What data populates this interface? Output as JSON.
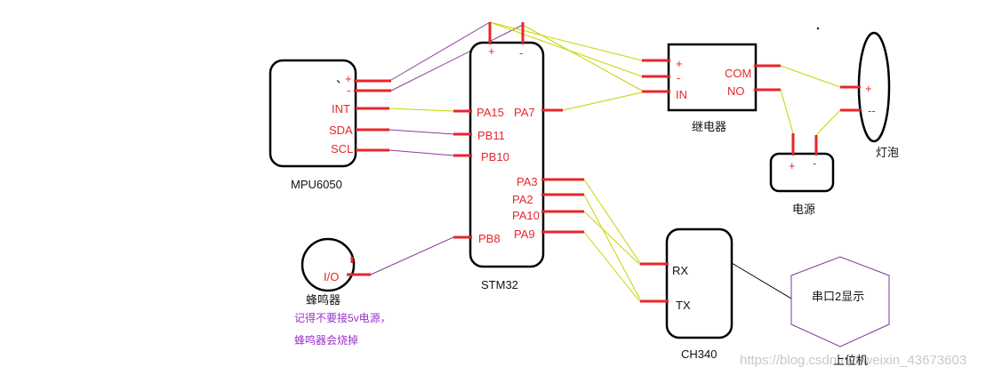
{
  "mpu6050": {
    "name": "MPU6050",
    "pin_plus": "+",
    "pin_minus": "-",
    "mark": "、",
    "pin_int": "INT",
    "pin_sda": "SDA",
    "pin_scl": "SCL"
  },
  "stm32": {
    "name": "STM32",
    "pin_plus": "+",
    "pin_minus": "-",
    "pa15": "PA15",
    "pa7": "PA7",
    "pb11": "PB11",
    "pb10": "PB10",
    "pa3": "PA3",
    "pa2": "PA2",
    "pa10": "PA10",
    "pa9": "PA9",
    "pb8": "PB8"
  },
  "relay": {
    "name": "继电器",
    "pin_plus": "+",
    "pin_minus": "-",
    "pin_in": "IN",
    "pin_com": "COM",
    "pin_no": "NO"
  },
  "lamp": {
    "name": "灯泡",
    "pin_plus": "+",
    "pin_minus": "--"
  },
  "power": {
    "name": "电源",
    "pin_plus": "+",
    "pin_minus": "-"
  },
  "buzzer": {
    "name": "蜂鸣器",
    "pin_io": "I/O",
    "note_line1": "记得不要接5v电源，",
    "note_line2": "蜂鸣器会烧掉"
  },
  "ch340": {
    "name": "CH340",
    "pin_rx": "RX",
    "pin_tx": "TX"
  },
  "host": {
    "name": "上位机",
    "content": "串口2显示"
  },
  "watermark": "https://blog.csdn.net/weixin_43673603",
  "colors": {
    "pin": "#e8262a",
    "wire_signal": "#c8d400",
    "wire_power": "#8a3a9a",
    "note": "#9b30c9"
  }
}
